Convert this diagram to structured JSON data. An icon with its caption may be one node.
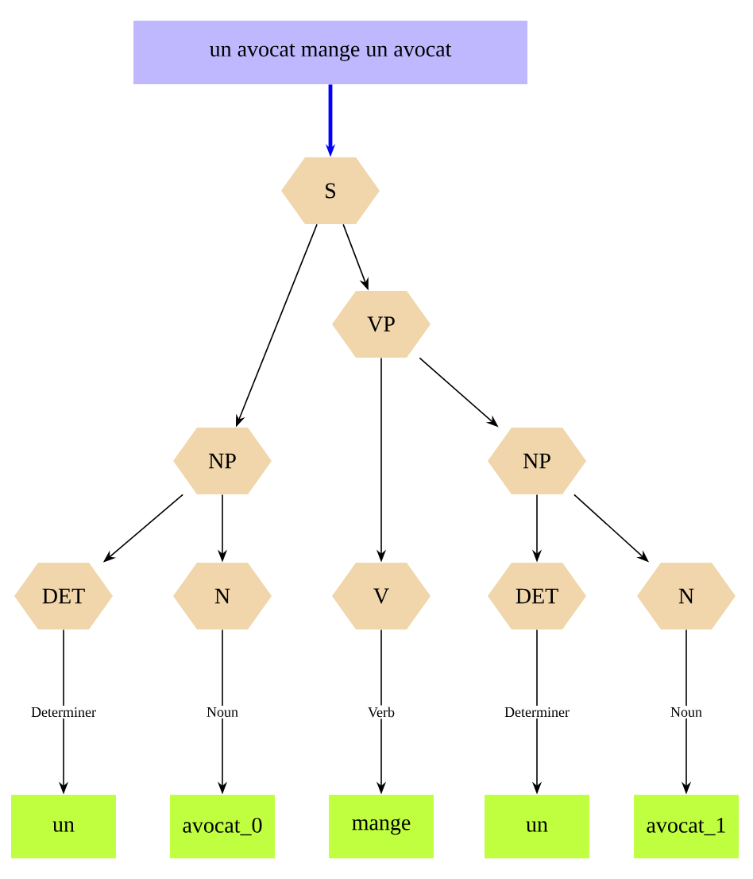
{
  "diagram": {
    "nodes": [
      {
        "text": [
          "un avocat mange un avocat"
        ]
      },
      {
        "text": [
          "S"
        ]
      },
      {
        "text": [
          "VP"
        ]
      },
      {
        "text": [
          "NP"
        ]
      },
      {
        "text": [
          "NP"
        ]
      },
      {
        "text": [
          "DET"
        ]
      },
      {
        "text": [
          "N"
        ]
      },
      {
        "text": [
          "V"
        ]
      },
      {
        "text": [
          "DET"
        ]
      },
      {
        "text": [
          "N"
        ]
      },
      {
        "text": [
          "un"
        ]
      },
      {
        "text": [
          "avocat_0"
        ]
      },
      {
        "text": [
          "mange"
        ]
      },
      {
        "text": [
          "un"
        ]
      },
      {
        "text": [
          "avocat_1"
        ]
      }
    ],
    "edges": [
      {
        "from": 0,
        "to": 1,
        "arrow": "to",
        "style": "thick",
        "color": "#0000ff"
      },
      {
        "from": 1,
        "to": 3,
        "arrow": "to"
      },
      {
        "from": 1,
        "to": 2,
        "arrow": "to"
      },
      {
        "from": 3,
        "to": 5,
        "arrow": "to"
      },
      {
        "from": 3,
        "to": 6,
        "arrow": "to"
      },
      {
        "from": 2,
        "to": 7,
        "arrow": "to"
      },
      {
        "from": 2,
        "to": 4,
        "arrow": "to"
      },
      {
        "from": 4,
        "to": 8,
        "arrow": "to"
      },
      {
        "from": 4,
        "to": 9,
        "arrow": "to"
      },
      {
        "from": 5,
        "to": 10,
        "arrow": "to",
        "label": "Determiner"
      },
      {
        "from": 6,
        "to": 11,
        "arrow": "to",
        "label": "Noun"
      },
      {
        "from": 7,
        "to": 12,
        "arrow": "to",
        "label": "Verb"
      },
      {
        "from": 8,
        "to": 13,
        "arrow": "to",
        "label": "Determiner"
      },
      {
        "from": 9,
        "to": 14,
        "arrow": "to",
        "label": "Noun"
      }
    ]
  }
}
